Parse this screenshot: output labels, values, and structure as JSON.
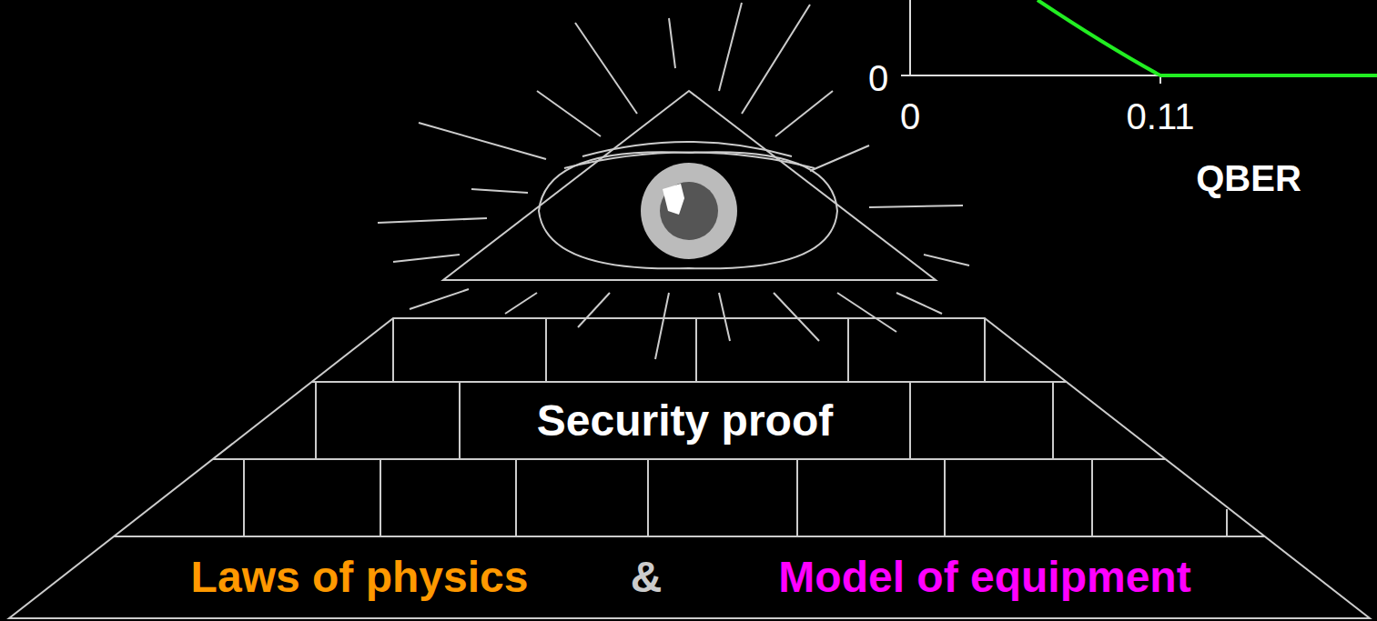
{
  "diagram": {
    "nodes": [
      {
        "text": [
          "Security proof"
        ]
      },
      {
        "text": [
          "Laws of physics",
          "&",
          "Model of equipment"
        ]
      }
    ],
    "labels": [
      "0",
      "0",
      "0.11",
      "QBER"
    ]
  }
}
